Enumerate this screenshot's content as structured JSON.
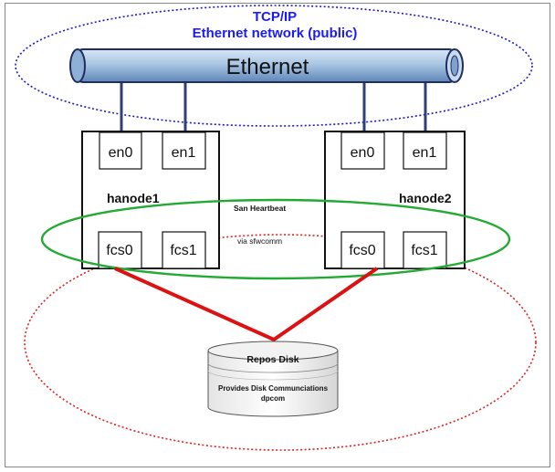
{
  "network": {
    "title_line1": "TCP/IP",
    "title_line2": "Ethernet network (public)",
    "bus_label": "Ethernet"
  },
  "nodes": [
    {
      "name": "hanode1",
      "adapters": [
        "en0",
        "en1"
      ],
      "fc_adapters": [
        "fcs0",
        "fcs1"
      ]
    },
    {
      "name": "hanode2",
      "adapters": [
        "en0",
        "en1"
      ],
      "fc_adapters": [
        "fcs0",
        "fcs1"
      ]
    }
  ],
  "san": {
    "heartbeat_label": "San Heartbeat",
    "via_label": "via sfwcomm"
  },
  "disk": {
    "title": "Repos Disk",
    "desc_line1": "Provides Disk Communciations",
    "desc_line2": "dpcom"
  },
  "colors": {
    "title_blue": "#1a1aff",
    "public_ellipse": "#1a1acc",
    "san_ellipse": "#22aa33",
    "disk_ellipse": "#dd2222",
    "fc_link": "#dd1111",
    "cable_blue": "#2e3f7a",
    "bus_fill": "#a9c6e4",
    "bus_stroke": "#1e2e5e"
  }
}
